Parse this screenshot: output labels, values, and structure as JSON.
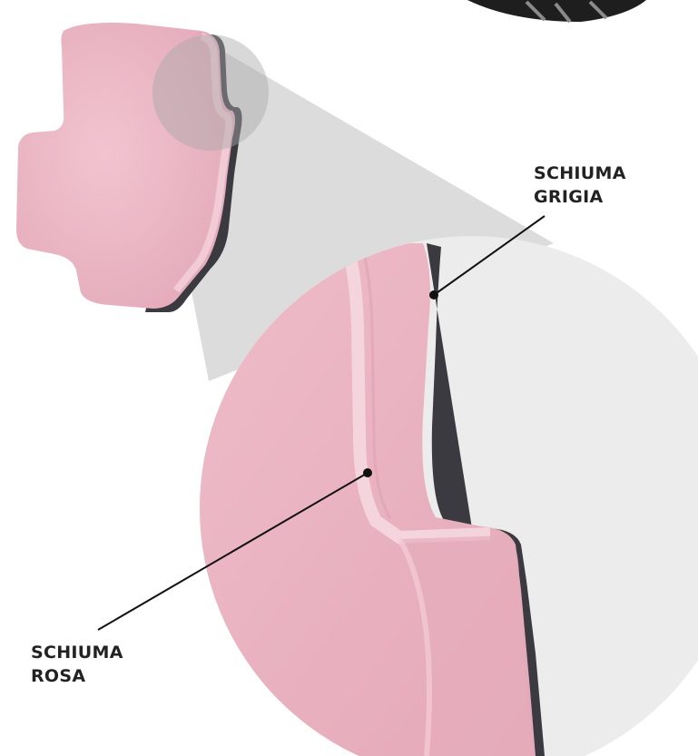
{
  "callouts": {
    "grey_foam": {
      "line1": "SCHIUMA",
      "line2": "GRIGIA"
    },
    "pink_foam": {
      "line1": "SCHIUMA",
      "line2": "ROSA"
    }
  },
  "colors": {
    "pink_foam": "#eab5c3",
    "grey_foam": "#3a3a40",
    "zoom_cone": "#dddddd",
    "magnifier_background": "#ececec",
    "label_text": "#222222"
  }
}
